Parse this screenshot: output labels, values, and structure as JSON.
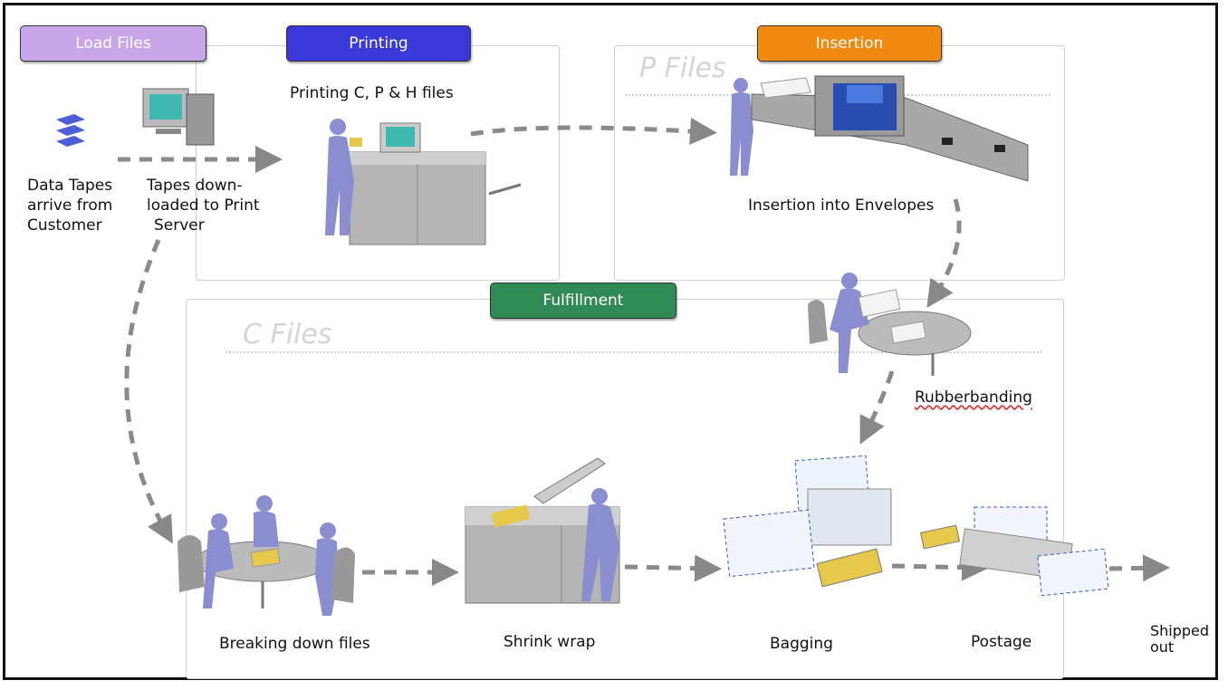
{
  "headers": {
    "load_files": "Load Files",
    "printing": "Printing",
    "insertion": "Insertion",
    "fulfillment": "Fulfillment"
  },
  "section_labels": {
    "p_files": "P Files",
    "c_files": "C Files"
  },
  "steps": {
    "data_tapes": [
      "Data Tapes",
      "arrive from",
      "Customer"
    ],
    "tapes_downloaded": [
      "Tapes down-",
      "loaded to Print",
      "Server"
    ],
    "printing_files": "Printing C, P & H files",
    "insertion_envelopes": "Insertion into Envelopes",
    "rubberbanding": "Rubberbanding",
    "breaking_down": "Breaking down files",
    "shrink_wrap": "Shrink wrap",
    "bagging": "Bagging",
    "postage": "Postage",
    "shipped_out": [
      "Shipped",
      "out"
    ]
  },
  "colors": {
    "load_files": "#c9a6e8",
    "printing": "#3a38d8",
    "insertion": "#f08a10",
    "fulfillment": "#2f8a55",
    "figure": "#8a8ed0",
    "machine": "#a9a9a9"
  }
}
